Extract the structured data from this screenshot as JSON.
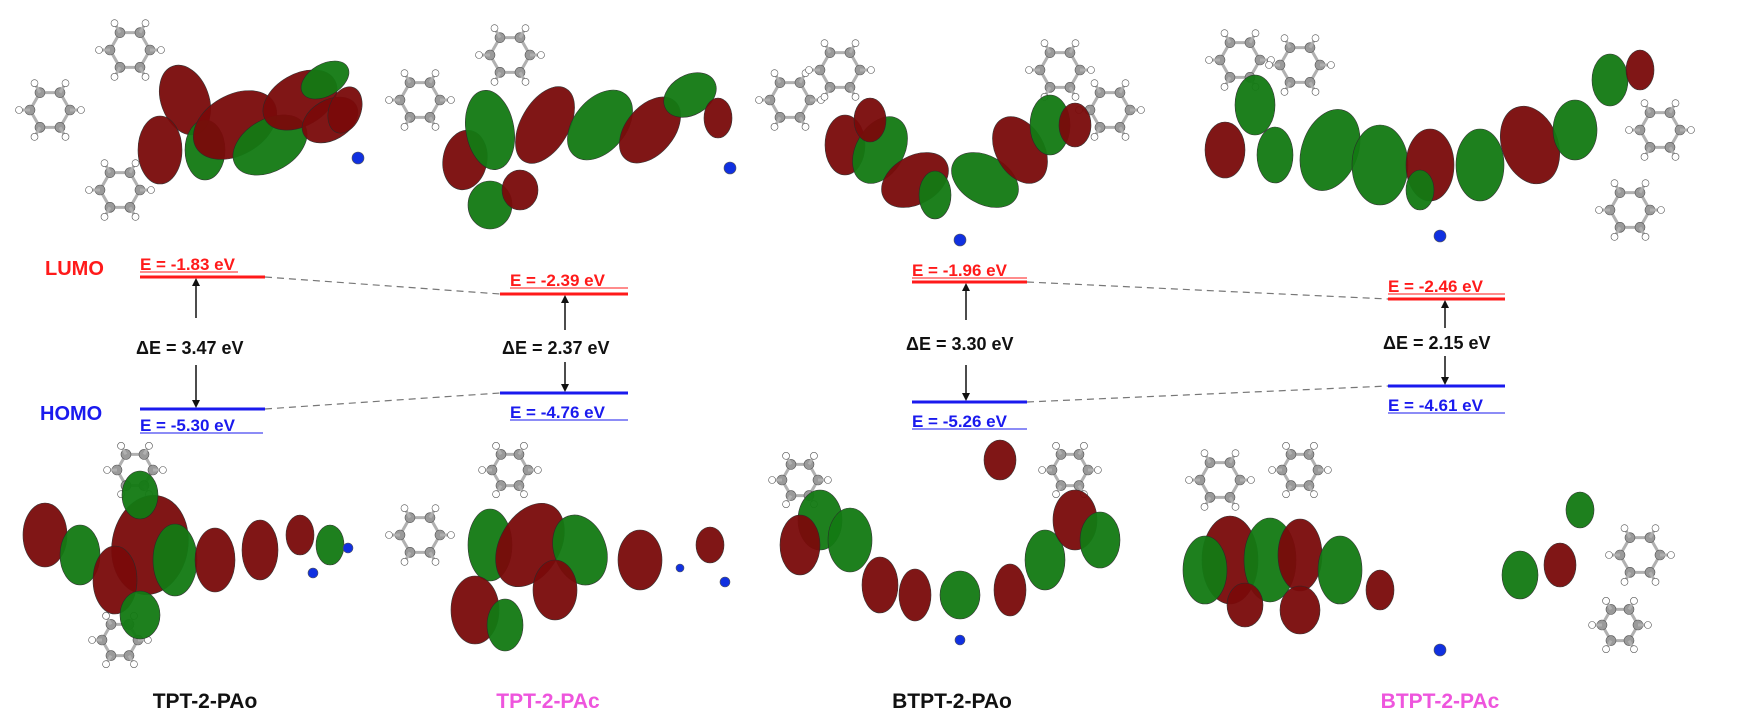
{
  "axis_labels": {
    "lumo": "LUMO",
    "homo": "HOMO"
  },
  "colors": {
    "lumo": "#ff1a1a",
    "homo": "#1a1aee",
    "orbital_red": "#7a0a0a",
    "orbital_green": "#137a13",
    "carbon": "#9a9a9a",
    "nitrogen": "#1030e0",
    "hydrogen": "#ffffff",
    "name_black": "#111111",
    "name_pink": "#ee55dd"
  },
  "molecules": [
    {
      "name": "TPT-2-PAo",
      "name_color": "#111111",
      "lumo_label": "E = -1.83 eV",
      "homo_label": "E = -5.30 eV",
      "gap_label": "ΔE = 3.47 eV"
    },
    {
      "name": "TPT-2-PAc",
      "name_color": "#ee55dd",
      "lumo_label": "E = -2.39 eV",
      "homo_label": "E = -4.76 eV",
      "gap_label": "ΔE = 2.37 eV"
    },
    {
      "name": "BTPT-2-PAo",
      "name_color": "#111111",
      "lumo_label": "E = -1.96 eV",
      "homo_label": "E = -5.26 eV",
      "gap_label": "ΔE = 3.30 eV"
    },
    {
      "name": "BTPT-2-PAc",
      "name_color": "#ee55dd",
      "lumo_label": "E = -2.46 eV",
      "homo_label": "E = -4.61 eV",
      "gap_label": "ΔE = 2.15 eV"
    }
  ]
}
